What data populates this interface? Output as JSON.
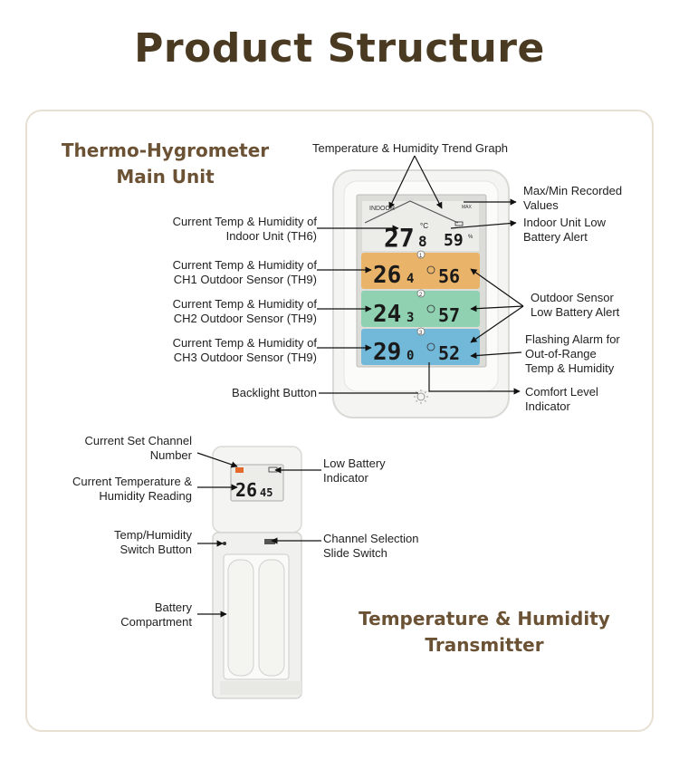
{
  "title": "Product Structure",
  "main_unit": {
    "heading_line1": "Thermo-Hygrometer",
    "heading_line2": "Main Unit",
    "screen": {
      "indoor_label": "INDOOR",
      "indoor_temp": "27",
      "indoor_temp_dec": "8",
      "indoor_hum": "59",
      "ch1_temp": "26",
      "ch1_temp_dec": "4",
      "ch1_hum": "56",
      "ch2_temp": "24",
      "ch2_temp_dec": "3",
      "ch2_hum": "57",
      "ch3_temp": "29",
      "ch3_temp_dec": "0",
      "ch3_hum": "52",
      "ch1_num": "1",
      "ch2_num": "2",
      "ch3_num": "3"
    },
    "labels": {
      "trend_graph": "Temperature & Humidity Trend Graph",
      "max_min_1": "Max/Min Recorded",
      "max_min_2": "Values",
      "indoor_low_batt_1": "Indoor Unit Low",
      "indoor_low_batt_2": "Battery Alert",
      "indoor_current_1": "Current Temp & Humidity of",
      "indoor_current_2": "Indoor Unit (TH6)",
      "ch1_current_1": "Current Temp & Humidity of",
      "ch1_current_2": "CH1 Outdoor Sensor (TH9)",
      "ch2_current_1": "Current Temp & Humidity of",
      "ch2_current_2": "CH2 Outdoor Sensor (TH9)",
      "ch3_current_1": "Current Temp & Humidity of",
      "ch3_current_2": "CH3 Outdoor Sensor (TH9)",
      "outdoor_low_batt_1": "Outdoor Sensor",
      "outdoor_low_batt_2": "Low Battery Alert",
      "flashing_alarm_1": "Flashing Alarm for",
      "flashing_alarm_2": "Out-of-Range",
      "flashing_alarm_3": "Temp & Humidity",
      "backlight": "Backlight Button",
      "comfort_1": "Comfort Level",
      "comfort_2": "Indicator"
    }
  },
  "transmitter": {
    "heading_line1": "Temperature & Humidity",
    "heading_line2": "Transmitter",
    "screen": {
      "temp": "26",
      "hum": "45"
    },
    "labels": {
      "set_channel_1": "Current Set Channel",
      "set_channel_2": "Number",
      "reading_1": "Current Temperature &",
      "reading_2": "Humidity Reading",
      "switch_button_1": "Temp/Humidity",
      "switch_button_2": "Switch Button",
      "battery_1": "Battery",
      "battery_2": "Compartment",
      "low_battery_1": "Low Battery",
      "low_battery_2": "Indicator",
      "channel_slide_1": "Channel Selection",
      "channel_slide_2": "Slide Switch"
    }
  },
  "colors": {
    "title": "#4a3a22",
    "heading": "#6b5235",
    "ch1": "#e9b46a",
    "ch2": "#8fd1b0",
    "ch3": "#72b8d8",
    "indoor": "#e9e9e6"
  }
}
